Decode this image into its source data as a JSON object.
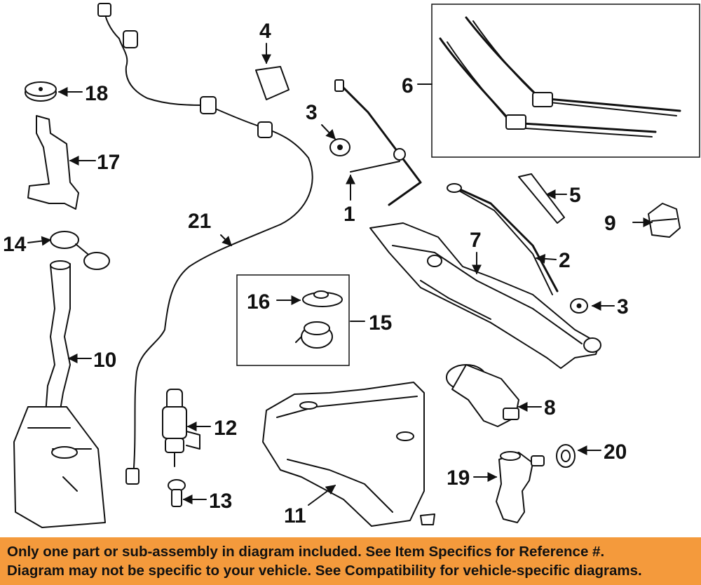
{
  "callouts": {
    "c1": "1",
    "c2": "2",
    "c3a": "3",
    "c3b": "3",
    "c4": "4",
    "c5": "5",
    "c6": "6",
    "c7": "7",
    "c8": "8",
    "c9": "9",
    "c10": "10",
    "c11": "11",
    "c12": "12",
    "c13": "13",
    "c14": "14",
    "c15": "15",
    "c16": "16",
    "c17": "17",
    "c18": "18",
    "c19": "19",
    "c20": "20",
    "c21": "21"
  },
  "banner": {
    "line1": "Only one part or sub-assembly in diagram included. See Item Specifics for Reference #.",
    "line2": "Diagram may not be specific to your vehicle. See Compatibility for vehicle-specific diagrams.",
    "background": "#f49a3c"
  }
}
